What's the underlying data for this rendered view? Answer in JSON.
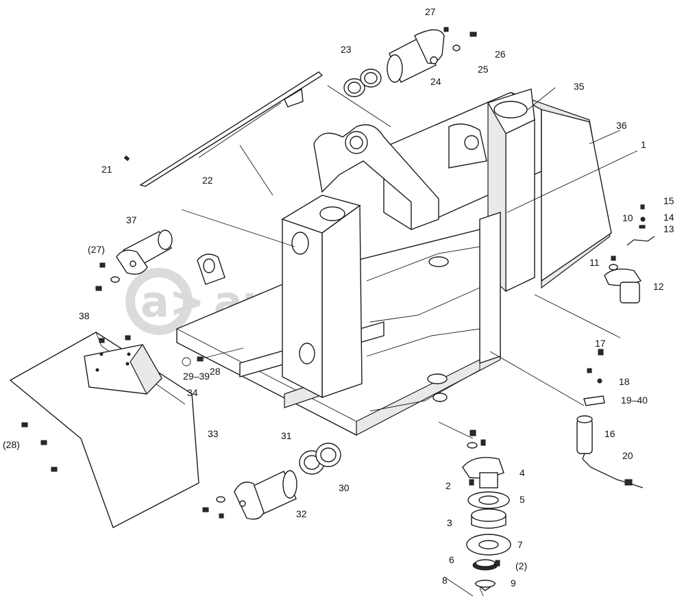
{
  "watermark": "autopiter.ru",
  "watermark_logo": "a>",
  "callouts": [
    {
      "id": "1",
      "text": "1"
    },
    {
      "id": "2",
      "text": "2"
    },
    {
      "id": "2b",
      "text": "(2)"
    },
    {
      "id": "3",
      "text": "3"
    },
    {
      "id": "4",
      "text": "4"
    },
    {
      "id": "5",
      "text": "5"
    },
    {
      "id": "6",
      "text": "6"
    },
    {
      "id": "7",
      "text": "7"
    },
    {
      "id": "8",
      "text": "8"
    },
    {
      "id": "9",
      "text": "9"
    },
    {
      "id": "10",
      "text": "10"
    },
    {
      "id": "11",
      "text": "11"
    },
    {
      "id": "12",
      "text": "12"
    },
    {
      "id": "13",
      "text": "13"
    },
    {
      "id": "14",
      "text": "14"
    },
    {
      "id": "15",
      "text": "15"
    },
    {
      "id": "16",
      "text": "16"
    },
    {
      "id": "17",
      "text": "17"
    },
    {
      "id": "18",
      "text": "18"
    },
    {
      "id": "19-40",
      "text": "19–40"
    },
    {
      "id": "20",
      "text": "20"
    },
    {
      "id": "21",
      "text": "21"
    },
    {
      "id": "22",
      "text": "22"
    },
    {
      "id": "23",
      "text": "23"
    },
    {
      "id": "24",
      "text": "24"
    },
    {
      "id": "25",
      "text": "25"
    },
    {
      "id": "26",
      "text": "26"
    },
    {
      "id": "27",
      "text": "27"
    },
    {
      "id": "27b",
      "text": "(27)"
    },
    {
      "id": "28",
      "text": "28"
    },
    {
      "id": "28b",
      "text": "(28)"
    },
    {
      "id": "29-39",
      "text": "29–39"
    },
    {
      "id": "30",
      "text": "30"
    },
    {
      "id": "31",
      "text": "31"
    },
    {
      "id": "32",
      "text": "32"
    },
    {
      "id": "33",
      "text": "33"
    },
    {
      "id": "34",
      "text": "34"
    },
    {
      "id": "35",
      "text": "35"
    },
    {
      "id": "36",
      "text": "36"
    },
    {
      "id": "37",
      "text": "37"
    },
    {
      "id": "38",
      "text": "38"
    }
  ]
}
